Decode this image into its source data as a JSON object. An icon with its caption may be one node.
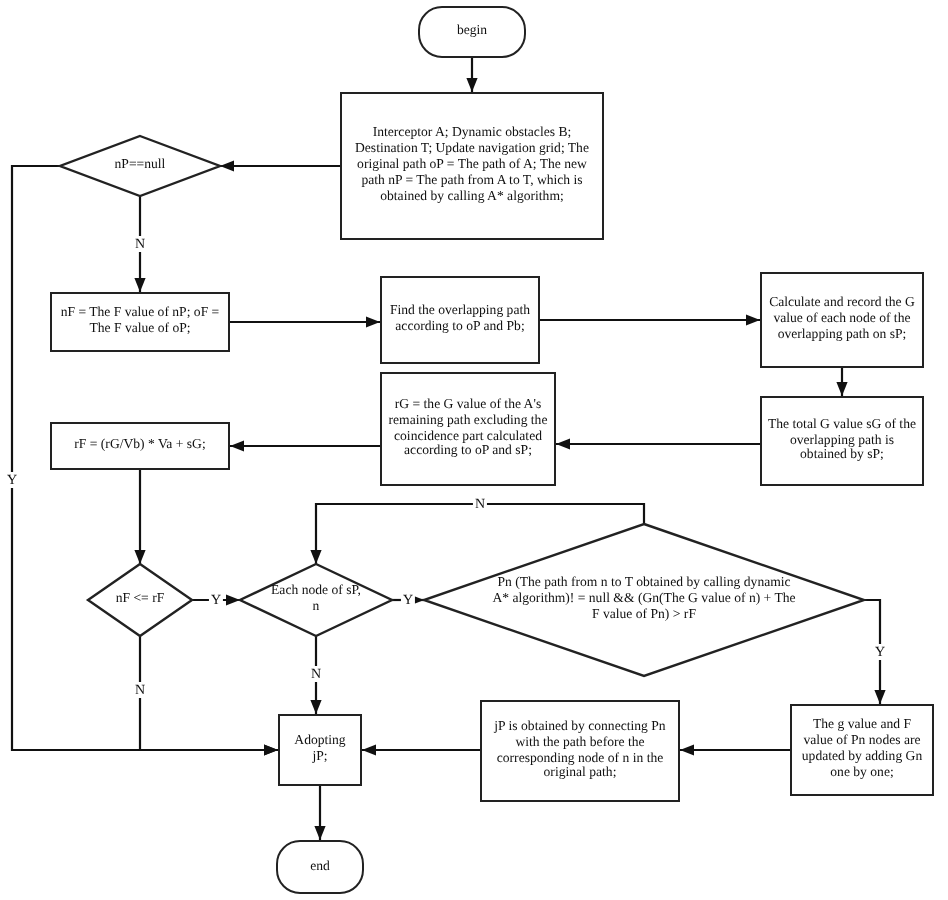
{
  "diagram": {
    "nodes": [
      {
        "text": [
          "begin"
        ]
      },
      {
        "text": [
          "Interceptor A; Dynamic obstacles B; Destination T; Update navigation grid; The original path oP = The path of A; The new path nP = The path from A to T, which is obtained by calling A* algorithm;"
        ]
      },
      {
        "text": [
          "nP==null"
        ]
      },
      {
        "text": [
          "nF = The F value of nP; oF = The F value of oP;"
        ]
      },
      {
        "text": [
          "Find the overlapping path according to oP and Pb;"
        ]
      },
      {
        "text": [
          "Calculate and record the G value of each node of the overlapping path on sP;"
        ]
      },
      {
        "text": [
          "The total G value sG of the overlapping path is obtained by sP;"
        ]
      },
      {
        "text": [
          "rG = the G value of the A's remaining path excluding the coincidence part calculated according to oP and sP;"
        ]
      },
      {
        "text": [
          "rF = (rG/Vb) * Va + sG;"
        ]
      },
      {
        "text": [
          "nF <= rF"
        ]
      },
      {
        "text": [
          "Each node of sP, n"
        ]
      },
      {
        "text": [
          "Pn (The path from n to T obtained by calling dynamic A* algorithm)! = null && (Gn(The G value of n) + The F value of Pn) > rF"
        ]
      },
      {
        "text": [
          "Adopting jP;"
        ]
      },
      {
        "text": [
          "jP is obtained by connecting Pn with the path before the corresponding node of n in the original path;"
        ]
      },
      {
        "text": [
          "The g value and F value of Pn nodes are updated by adding Gn one by one;"
        ]
      },
      {
        "text": [
          "end"
        ]
      }
    ],
    "edges": [
      {
        "from": 0,
        "to": 1,
        "arrow": "to"
      },
      {
        "from": 1,
        "to": 2,
        "arrow": "to"
      },
      {
        "from": 2,
        "to": 3,
        "arrow": "to",
        "label": "N"
      },
      {
        "from": 2,
        "to": 12,
        "arrow": "to",
        "label": "Y"
      },
      {
        "from": 3,
        "to": 4,
        "arrow": "to"
      },
      {
        "from": 4,
        "to": 5,
        "arrow": "to"
      },
      {
        "from": 5,
        "to": 6,
        "arrow": "to"
      },
      {
        "from": 6,
        "to": 7,
        "arrow": "to"
      },
      {
        "from": 7,
        "to": 8,
        "arrow": "to"
      },
      {
        "from": 8,
        "to": 9,
        "arrow": "to"
      },
      {
        "from": 9,
        "to": 10,
        "arrow": "to",
        "label": "Y"
      },
      {
        "from": 9,
        "to": 12,
        "arrow": "to",
        "label": "N"
      },
      {
        "from": 10,
        "to": 11,
        "arrow": "to",
        "label": "Y"
      },
      {
        "from": 11,
        "to": 10,
        "arrow": "to",
        "label": "N"
      },
      {
        "from": 11,
        "to": 14,
        "arrow": "to",
        "label": "Y"
      },
      {
        "from": 10,
        "to": 12,
        "arrow": "to",
        "label": "N"
      },
      {
        "from": 14,
        "to": 13,
        "arrow": "to"
      },
      {
        "from": 13,
        "to": 12,
        "arrow": "to"
      },
      {
        "from": 12,
        "to": 15,
        "arrow": "to"
      }
    ]
  }
}
